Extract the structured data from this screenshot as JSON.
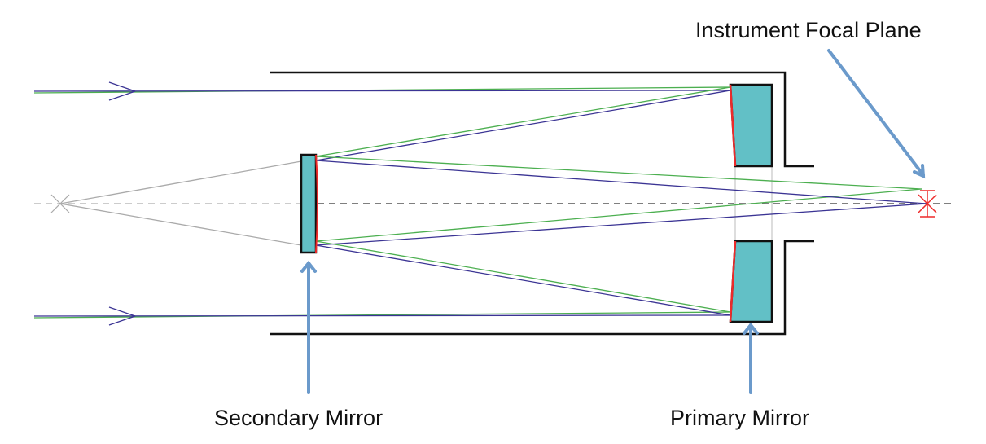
{
  "labels": {
    "focal_plane": "Instrument Focal Plane",
    "secondary": "Secondary Mirror",
    "primary": "Primary Mirror"
  },
  "colors": {
    "mirror_fill": "#62c0c6",
    "mirror_surface": "#ee2a2a",
    "ray_blue": "#3b3494",
    "ray_green": "#4caf50",
    "pointer_arrow": "#6b9acb",
    "tube": "#111111",
    "construction": "#aaaaaa"
  }
}
